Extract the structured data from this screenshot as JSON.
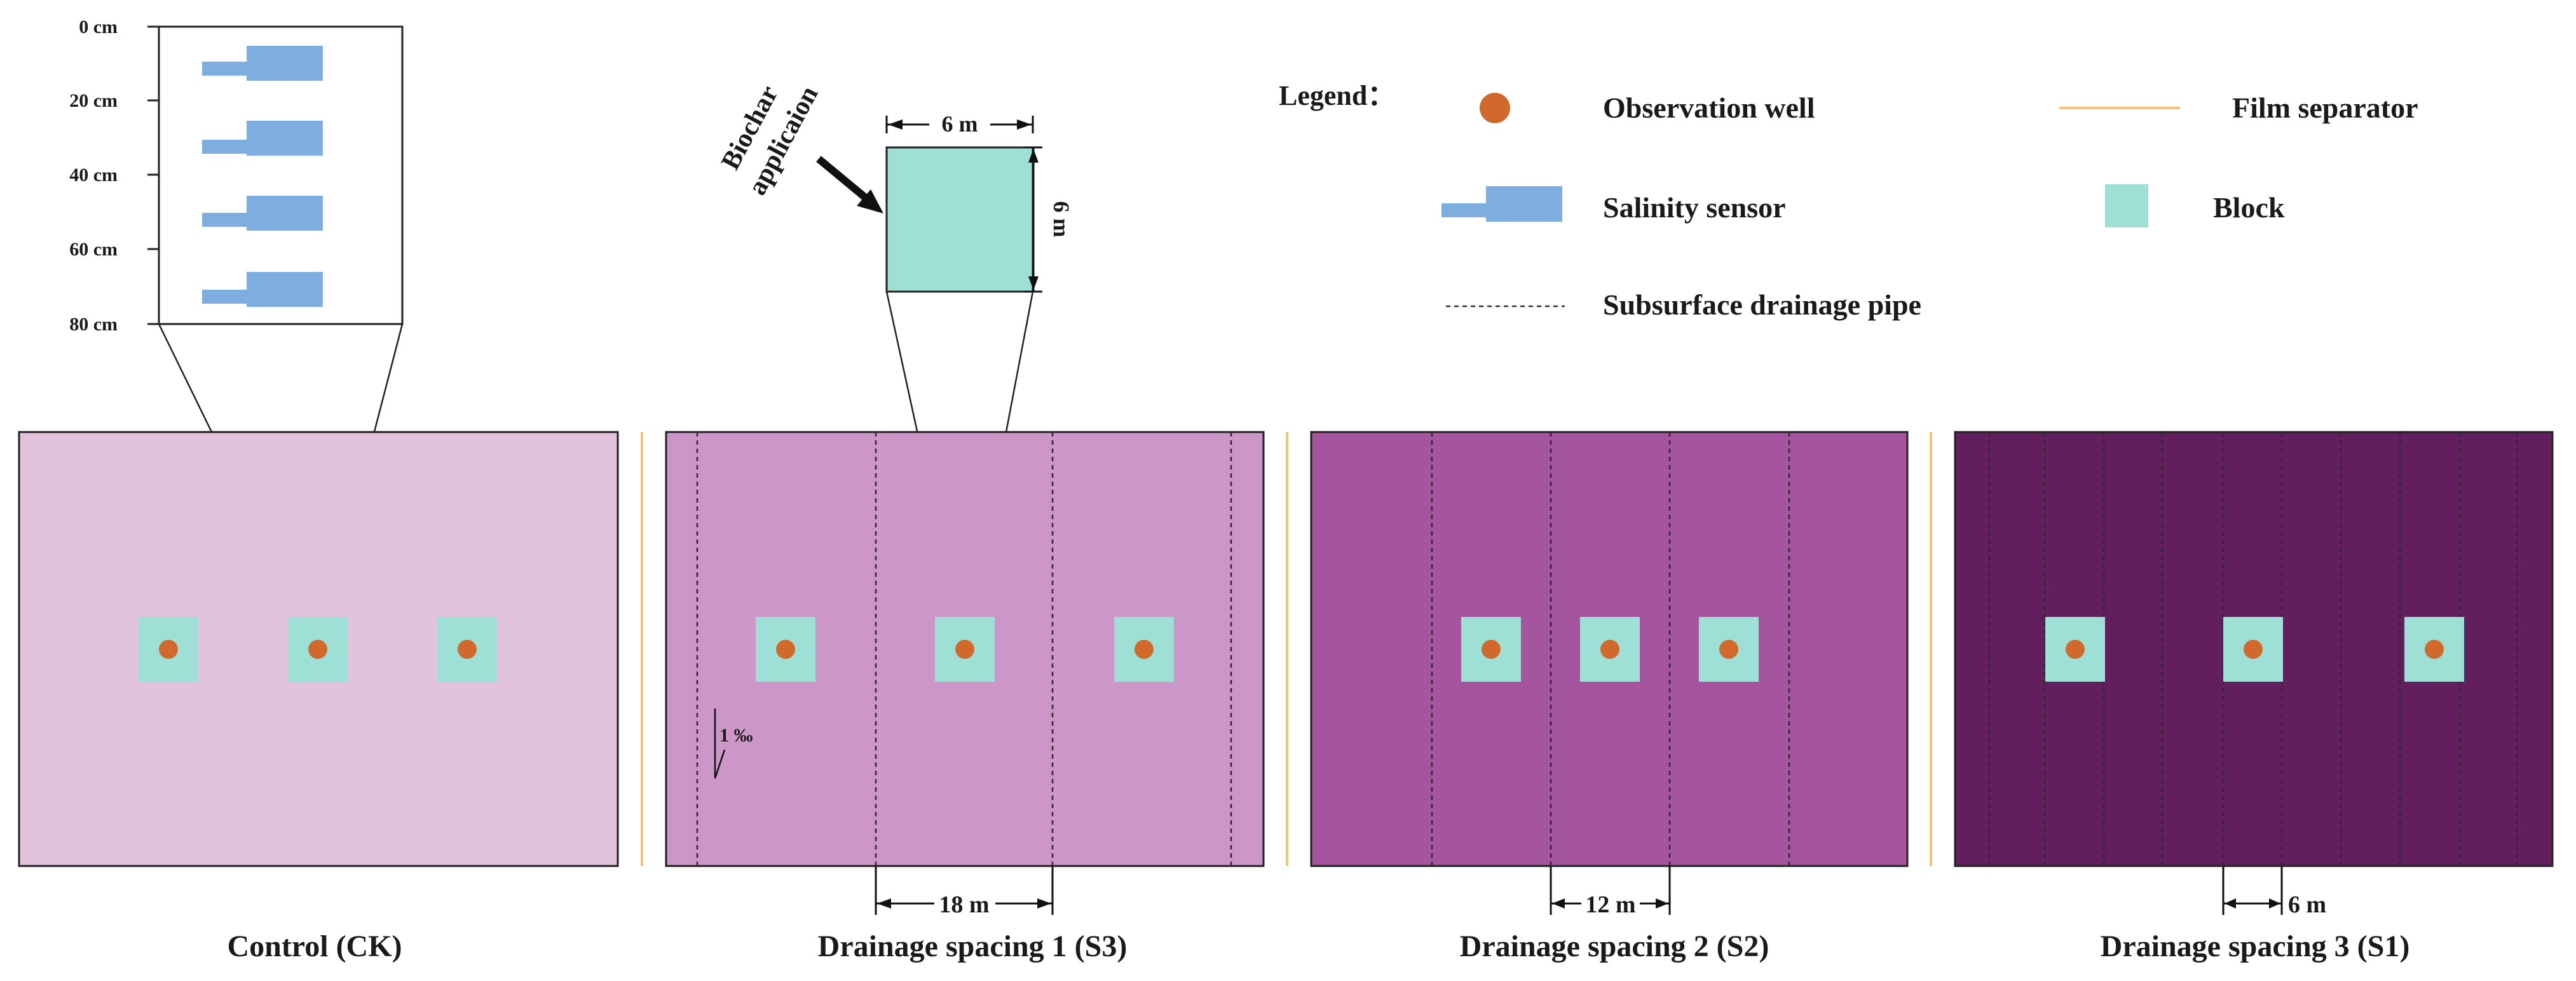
{
  "colors": {
    "well": "#d2692c",
    "sensor": "#7eaee0",
    "block": "#9ee0d6",
    "film_separator": "#f5c27a",
    "plot_ck": "#e2c3dc",
    "plot_s3": "#cc97c8",
    "plot_s2": "#a5549e",
    "plot_s1": "#611f5e",
    "pipe": "#2a2a2a"
  },
  "depth_inset": {
    "ticks": [
      "0 cm",
      "20 cm",
      "40 cm",
      "60 cm",
      "80 cm"
    ]
  },
  "biochar_inset": {
    "label_line1": "Biochar",
    "label_line2": "applicaion",
    "width_label": "6 m",
    "height_label": "6 m"
  },
  "legend": {
    "title": "Legend：",
    "observation_well": "Observation well",
    "film_separator": "Film separator",
    "salinity_sensor": "Salinity sensor",
    "block": "Block",
    "drainage_pipe": "Subsurface drainage pipe"
  },
  "plots": [
    {
      "id": "ck",
      "label": "Control (CK)",
      "spacing_label": ""
    },
    {
      "id": "s3",
      "label": "Drainage spacing 1 (S3)",
      "spacing_label": "18 m",
      "slope_label": "1 ‰"
    },
    {
      "id": "s2",
      "label": "Drainage spacing 2 (S2)",
      "spacing_label": "12 m"
    },
    {
      "id": "s1",
      "label": "Drainage spacing 3 (S1)",
      "spacing_label": "6 m"
    }
  ]
}
